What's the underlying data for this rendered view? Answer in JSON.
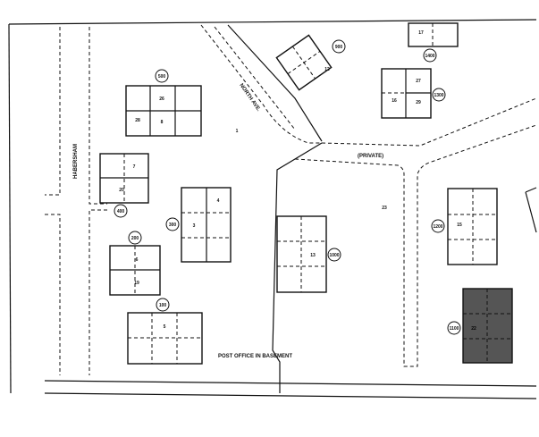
{
  "map": {
    "streets": {
      "habersham": "HABERSHAM",
      "north_ave": "NORTH AVE.",
      "private": "(PRIVATE)"
    },
    "note": "POST OFFICE IN BASEMENT",
    "shaded_color": "#555555",
    "buildings": [
      {
        "id": "100",
        "lots": [
          "5"
        ]
      },
      {
        "id": "200",
        "lots": [
          "6",
          "19"
        ]
      },
      {
        "id": "300",
        "lots": [
          "4",
          "3"
        ]
      },
      {
        "id": "400",
        "lots": [
          "7",
          "20"
        ]
      },
      {
        "id": "500",
        "lots": [
          "26",
          "28",
          "8"
        ]
      },
      {
        "id": "900",
        "lots": [
          "12"
        ]
      },
      {
        "id": "1000",
        "lots": [
          "13"
        ]
      },
      {
        "id": "1100",
        "lots": [
          "22"
        ]
      },
      {
        "id": "1200",
        "lots": [
          "15"
        ]
      },
      {
        "id": "1300",
        "lots": [
          "27",
          "16",
          "29"
        ]
      },
      {
        "id": "1400",
        "lots": [
          "17"
        ]
      }
    ],
    "parcels": [
      "1",
      "23"
    ]
  }
}
